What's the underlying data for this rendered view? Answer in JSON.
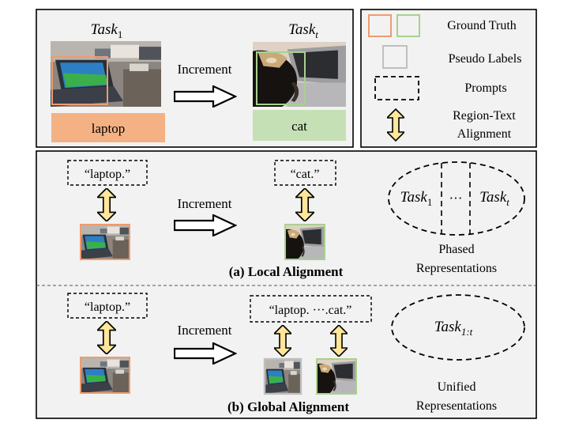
{
  "top_panel": {
    "task_first": {
      "base": "Task",
      "sub": "1"
    },
    "task_last": {
      "base": "Task",
      "sub": "t"
    },
    "increment": "Increment",
    "label_left": "laptop",
    "label_right": "cat"
  },
  "legend": {
    "ground_truth": "Ground Truth",
    "pseudo_labels": "Pseudo Labels",
    "prompts": "Prompts",
    "alignment_line1": "Region-Text",
    "alignment_line2": "Alignment"
  },
  "local": {
    "prompt_left": "“laptop.”",
    "prompt_right": "“cat.”",
    "increment": "Increment",
    "ellipse_left": {
      "base": "Task",
      "sub": "1"
    },
    "ellipse_dots": "···",
    "ellipse_right": {
      "base": "Task",
      "sub": "t"
    },
    "rep_line1": "Phased",
    "rep_line2": "Representations",
    "caption": "(a) Local Alignment"
  },
  "global": {
    "prompt_left": "“laptop.”",
    "prompt_right": "“laptop. ···.cat.”",
    "increment": "Increment",
    "ellipse": {
      "base": "Task",
      "sub": "1:t"
    },
    "rep_line1": "Unified",
    "rep_line2": "Representations",
    "caption": "(b) Global Alignment"
  },
  "colors": {
    "ground_truth_laptop": "#ee9b6e",
    "ground_truth_cat": "#a9d08e",
    "laptop_label_fill": "#f4b183",
    "cat_label_fill": "#c5e0b4",
    "pseudo_label": "#bfbfbf",
    "alignment_arrow": "#ffe699",
    "panel_fill": "#f2f2f2"
  }
}
